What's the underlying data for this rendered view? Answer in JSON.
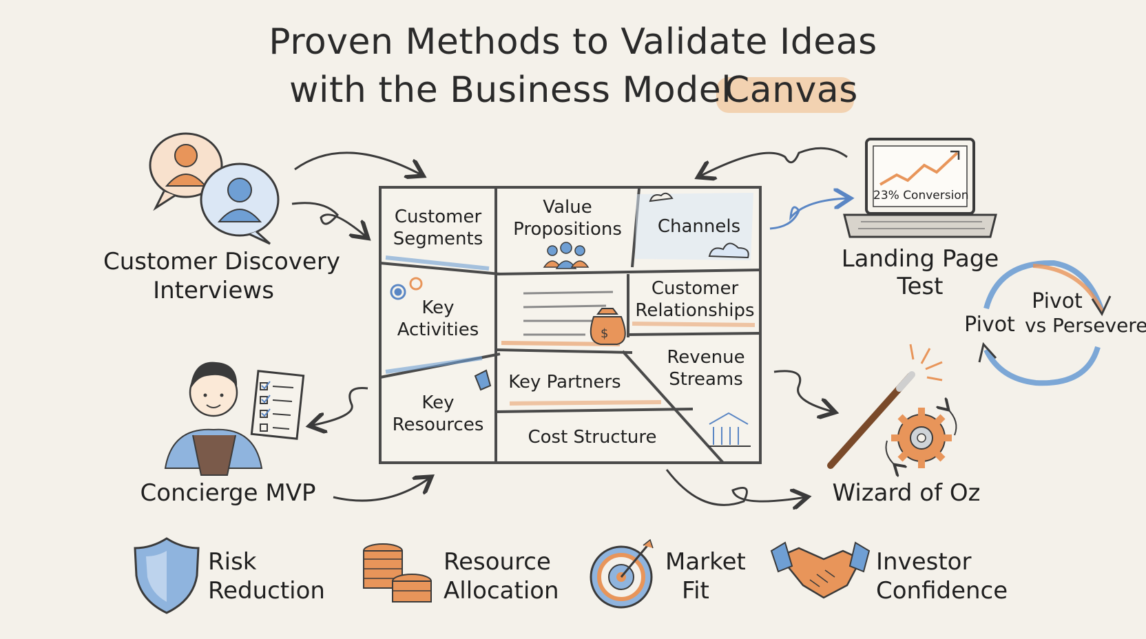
{
  "title": {
    "line1": "Proven Methods to Validate Ideas",
    "line2_prefix": "with the Business Model",
    "line2_highlight": "Canvas"
  },
  "methods": {
    "customer_discovery": {
      "line1": "Customer Discovery",
      "line2": "Interviews"
    },
    "landing_page": {
      "line1": "Landing Page",
      "line2": "Test",
      "screen_text": "23% Conversion"
    },
    "concierge": {
      "label": "Concierge MVP"
    },
    "wizard": {
      "label": "Wizard of Oz"
    },
    "pivot": {
      "left": "Pivot",
      "top": "Pivot",
      "right": "vs Persevere"
    }
  },
  "canvas": {
    "customer_segments": {
      "line1": "Customer",
      "line2": "Segments"
    },
    "value_propositions": {
      "line1": "Value",
      "line2": "Propositions"
    },
    "channels": {
      "label": "Channels"
    },
    "key_activities": {
      "line1": "Key",
      "line2": "Activities"
    },
    "customer_relationships": {
      "line1": "Customer",
      "line2": "Relationships"
    },
    "key_partners": {
      "label": "Key Partners"
    },
    "revenue_streams": {
      "line1": "Revenue",
      "line2": "Streams"
    },
    "key_resources": {
      "line1": "Key",
      "line2": "Resources"
    },
    "cost_structure": {
      "label": "Cost Structure"
    }
  },
  "benefits": [
    {
      "line1": "Risk",
      "line2": "Reduction",
      "icon": "shield-icon"
    },
    {
      "line1": "Resource",
      "line2": "Allocation",
      "icon": "coins-icon"
    },
    {
      "line1": "Market",
      "line2": "Fit",
      "icon": "target-icon"
    },
    {
      "line1": "Investor",
      "line2": "Confidence",
      "icon": "handshake-icon"
    }
  ],
  "colors": {
    "background": "#f4f1ea",
    "orange": "#e8955a",
    "blue": "#6f9fd4",
    "ink": "#2b2b2b"
  }
}
